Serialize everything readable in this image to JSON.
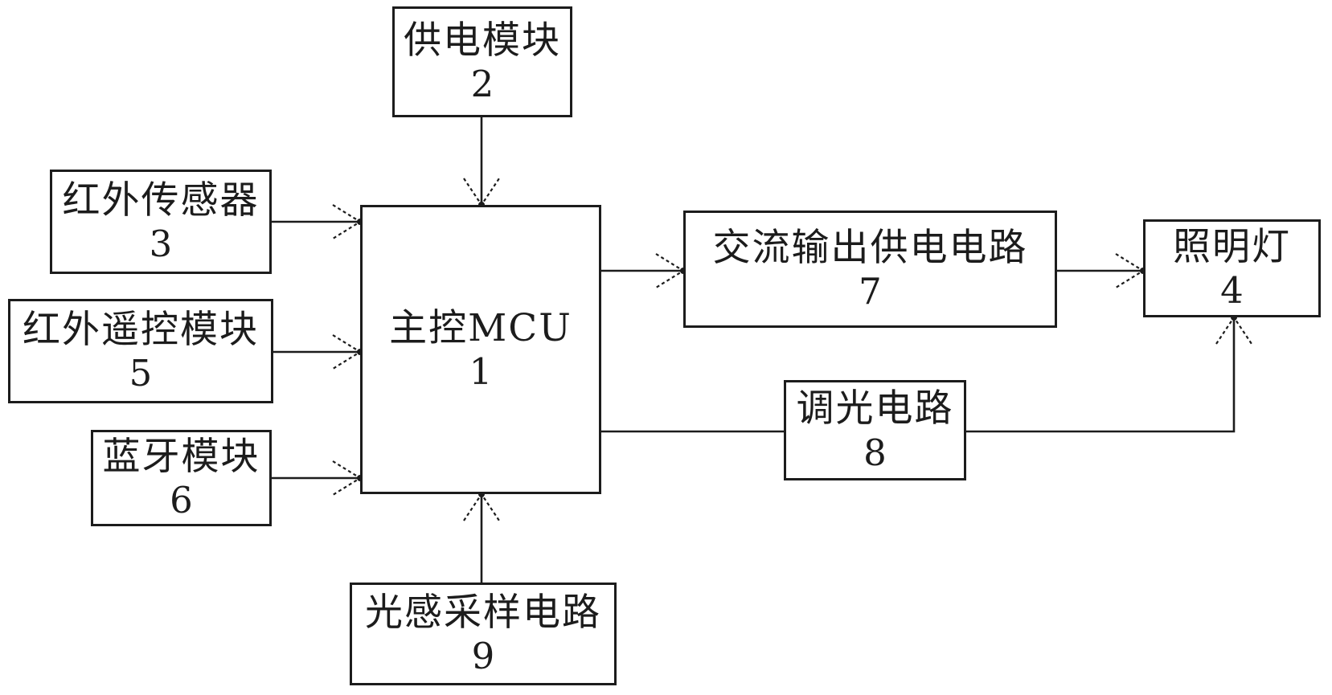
{
  "diagram": {
    "type": "block-diagram",
    "background_color": "#ffffff",
    "line_color": "#1c1c1c",
    "nodes": [
      {
        "id": "power-module",
        "label": "供电模块",
        "number": "2"
      },
      {
        "id": "ir-sensor",
        "label": "红外传感器",
        "number": "3"
      },
      {
        "id": "ir-remote-module",
        "label": "红外遥控模块",
        "number": "5"
      },
      {
        "id": "bluetooth-module",
        "label": "蓝牙模块",
        "number": "6"
      },
      {
        "id": "main-mcu",
        "label": "主控MCU",
        "number": "1"
      },
      {
        "id": "ac-output-circuit",
        "label": "交流输出供电电路",
        "number": "7"
      },
      {
        "id": "lighting-lamp",
        "label": "照明灯",
        "number": "4"
      },
      {
        "id": "dimming-circuit",
        "label": "调光电路",
        "number": "8"
      },
      {
        "id": "light-sampling",
        "label": "光感采样电路",
        "number": "9"
      }
    ],
    "connections": [
      {
        "from": "power-module",
        "to": "main-mcu",
        "arrow": true
      },
      {
        "from": "ir-sensor",
        "to": "main-mcu",
        "arrow": true
      },
      {
        "from": "ir-remote-module",
        "to": "main-mcu",
        "arrow": true
      },
      {
        "from": "bluetooth-module",
        "to": "main-mcu",
        "arrow": true
      },
      {
        "from": "light-sampling",
        "to": "main-mcu",
        "arrow": true
      },
      {
        "from": "main-mcu",
        "to": "ac-output-circuit",
        "arrow": true
      },
      {
        "from": "ac-output-circuit",
        "to": "lighting-lamp",
        "arrow": true
      },
      {
        "from": "main-mcu",
        "to": "dimming-circuit",
        "arrow": false
      },
      {
        "from": "dimming-circuit",
        "to": "lighting-lamp",
        "arrow": true
      }
    ]
  }
}
